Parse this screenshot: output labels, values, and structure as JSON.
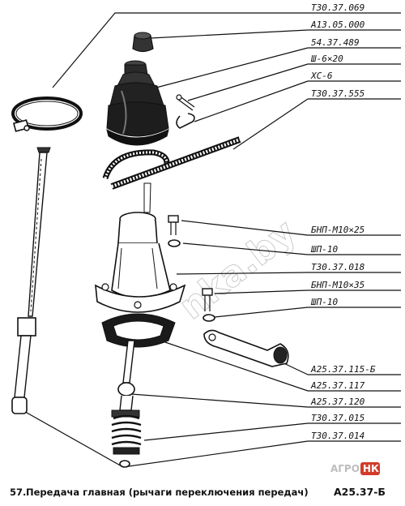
{
  "callouts": [
    {
      "text": "Т30.37.069"
    },
    {
      "text": "А13.05.000"
    },
    {
      "text": "54.37.489"
    },
    {
      "text": "Ш-6×20"
    },
    {
      "text": "ХС-6"
    },
    {
      "text": "Т30.37.555"
    },
    {
      "text": "БНП-М10×25"
    },
    {
      "text": "ШП-10"
    },
    {
      "text": "Т30.37.018"
    },
    {
      "text": "БНП-М10×35"
    },
    {
      "text": "ШП-10"
    },
    {
      "text": "А25.37.115-Б"
    },
    {
      "text": "А25.37.117"
    },
    {
      "text": "А25.37.120"
    },
    {
      "text": "Т30.37.015"
    },
    {
      "text": "Т30.37.014"
    }
  ],
  "caption": {
    "number": "57.",
    "title": "Передача главная (рычаги переключения передач)",
    "code": "А25.37-Б"
  },
  "watermark": {
    "text": "nka.by"
  },
  "logo": {
    "left": "АГРО",
    "right": "НК",
    "accent_color": "#d23b2a"
  }
}
